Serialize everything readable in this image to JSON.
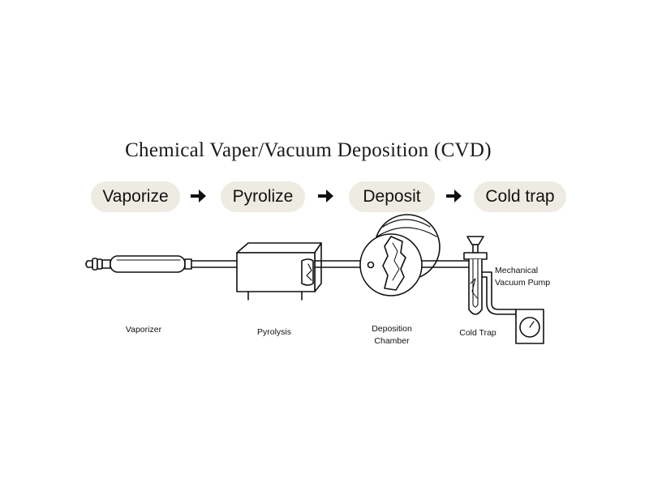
{
  "title": "Chemical Vaper/Vacuum Deposition (CVD)",
  "steps": [
    "Vaporize",
    "Pyrolize",
    "Deposit",
    "Cold trap"
  ],
  "components": {
    "vaporizer": "Vaporizer",
    "pyrolysis": "Pyrolysis",
    "deposition_line1": "Deposition",
    "deposition_line2": "Chamber",
    "cold_trap": "Cold Trap",
    "pump_line1": "Mechanical",
    "pump_line2": "Vacuum Pump"
  },
  "arrow_icon": "arrow-right-icon",
  "colors": {
    "pill": "#eeebe2",
    "line": "#111111"
  }
}
